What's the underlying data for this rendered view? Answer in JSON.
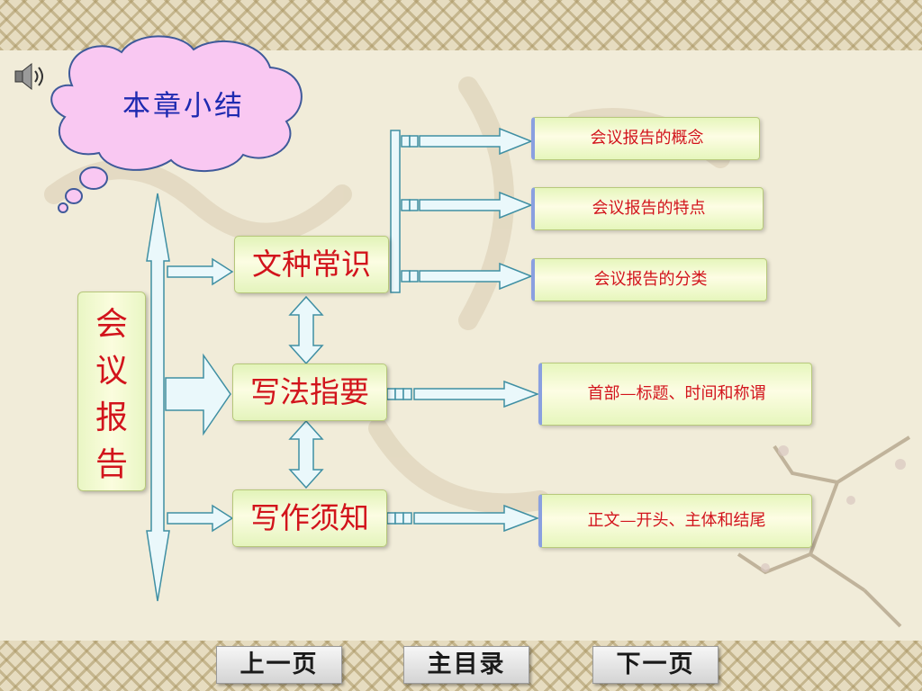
{
  "cloud": {
    "title": "本章小结"
  },
  "main_topic": {
    "chars": [
      "会",
      "议",
      "报",
      "告"
    ]
  },
  "categories": [
    {
      "label": "文种常识"
    },
    {
      "label": "写法指要"
    },
    {
      "label": "写作须知"
    }
  ],
  "details": [
    {
      "label": "会议报告的概念"
    },
    {
      "label": "会议报告的特点"
    },
    {
      "label": "会议报告的分类"
    },
    {
      "label": "首部—标题、时间和称谓"
    },
    {
      "label": "正文—开头、主体和结尾"
    }
  ],
  "nav": {
    "prev_label": "上一页",
    "home_label": "主目录",
    "next_label": "下一页"
  },
  "colors": {
    "box_text": "#d2141c",
    "cloud_text": "#1e2ab0",
    "cloud_fill": "#f9c8f2",
    "arrow_fill": "#eaf8fb",
    "arrow_stroke": "#3f8fa3"
  }
}
